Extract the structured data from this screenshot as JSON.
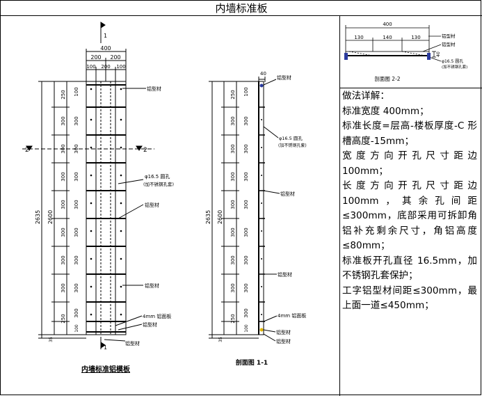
{
  "title": "内墙标准板",
  "front_view": {
    "caption": "内墙标准铝模板",
    "section_mark": "1",
    "section_label_left": "2",
    "section_label_right": "2",
    "width_total": "400",
    "width_split": [
      "200",
      "200"
    ],
    "width_detail": [
      "100",
      "200",
      "100"
    ],
    "dim_total": "2635",
    "dim_panel": "2600",
    "dim_bottom": "35",
    "segments": [
      "250",
      "300",
      "300",
      "300",
      "300",
      "300",
      "300",
      "300",
      "250"
    ],
    "inner_segments": [
      "100",
      "300",
      "300",
      "300",
      "300",
      "300",
      "300",
      "300",
      "300",
      "100"
    ],
    "labels": {
      "top_profile": "铝型材",
      "hole": "φ16.5 圆孔",
      "hole_note": "(加不锈钢孔套)",
      "mid_profile": "铝型材",
      "lower_profile": "铝型材",
      "sealing_plate": "4mm 铝面板",
      "bottom_profile": "铝型材",
      "base_profile": "铝型材"
    }
  },
  "section_1_1": {
    "caption": "剖面图 1-1",
    "top_dim": "40",
    "dim_total": "2635",
    "dim_panel": "2600",
    "dim_bottom": "35",
    "segments": [
      "250",
      "300",
      "300",
      "300",
      "300",
      "300",
      "300",
      "300",
      "250"
    ],
    "inner_segments": [
      "100",
      "300",
      "300",
      "300",
      "300",
      "300",
      "300",
      "300",
      "300",
      "100"
    ],
    "labels": {
      "top_profile": "铝型材",
      "hole": "φ16.5 圆孔",
      "hole_note": "(加不锈钢孔套)",
      "mid_profile": "铝型材",
      "lower_profile": "铝型材",
      "plate": "4mm 铝面板",
      "bottom_profile": "铝型材",
      "base_profile": "铝型材"
    }
  },
  "section_2_2": {
    "caption": "剖面图 2-2",
    "dim_total": "400",
    "dims": [
      "130",
      "140",
      "130"
    ],
    "height": "40",
    "labels": {
      "profile1": "铝型材",
      "profile2": "铝型材",
      "hole": "φ16.5 圆孔",
      "hole_note": "(加不锈钢孔套)"
    }
  },
  "description": {
    "heading": "做法详解：",
    "lines": [
      "标准宽度 400mm；",
      "标准长度=层高-楼板厚度-C 形槽高度-15mm；",
      "宽度方向开孔尺寸距边100mm；",
      "长度方向开孔尺寸距边100mm，其余孔间距≤300mm，底部采用可拆卸角铝补充剩余尺寸，角铝高度≤80mm；",
      "标准板开孔直径 16.5mm，加不锈钢孔套保护；",
      "工字铝型材间距≤300mm，最上面一道≤450mm；"
    ]
  }
}
